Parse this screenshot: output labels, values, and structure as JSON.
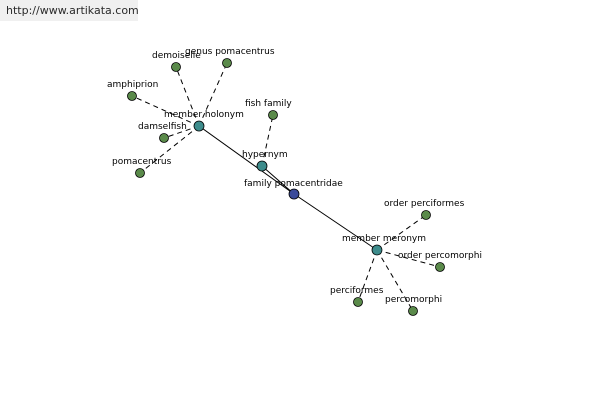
{
  "banner": {
    "text": "http://www.artikata.com"
  },
  "colors": {
    "leaf": "#5a8a4a",
    "relation": "#3d8c8c",
    "center": "#3a4a9a"
  },
  "graph": {
    "nodes": [
      {
        "id": "center",
        "label": "family pomacentridae",
        "kind": "center"
      },
      {
        "id": "member-holonym",
        "label": "member holonym",
        "kind": "relation"
      },
      {
        "id": "hypernym",
        "label": "hypernym",
        "kind": "relation"
      },
      {
        "id": "member-meronym",
        "label": "member meronym",
        "kind": "relation"
      },
      {
        "id": "demoiselle",
        "label": "demoiselle",
        "kind": "leaf"
      },
      {
        "id": "genus-pomacentrus",
        "label": "genus pomacentrus",
        "kind": "leaf"
      },
      {
        "id": "amphiprion",
        "label": "amphiprion",
        "kind": "leaf"
      },
      {
        "id": "damselfish",
        "label": "damselfish",
        "kind": "leaf"
      },
      {
        "id": "pomacentrus",
        "label": "pomacentrus",
        "kind": "leaf"
      },
      {
        "id": "fish-family",
        "label": "fish family",
        "kind": "leaf"
      },
      {
        "id": "order-perciformes",
        "label": "order perciformes",
        "kind": "leaf"
      },
      {
        "id": "order-percomorphi",
        "label": "order percomorphi",
        "kind": "leaf"
      },
      {
        "id": "perciformes",
        "label": "perciformes",
        "kind": "leaf"
      },
      {
        "id": "percomorphi",
        "label": "percomorphi",
        "kind": "leaf"
      }
    ],
    "edges": [
      {
        "from": "member-holonym",
        "to": "center",
        "style": "solid"
      },
      {
        "from": "hypernym",
        "to": "center",
        "style": "solid"
      },
      {
        "from": "member-meronym",
        "to": "center",
        "style": "solid"
      },
      {
        "from": "member-holonym",
        "to": "demoiselle",
        "style": "dashed"
      },
      {
        "from": "member-holonym",
        "to": "genus-pomacentrus",
        "style": "dashed"
      },
      {
        "from": "member-holonym",
        "to": "amphiprion",
        "style": "dashed"
      },
      {
        "from": "member-holonym",
        "to": "damselfish",
        "style": "dashed"
      },
      {
        "from": "member-holonym",
        "to": "pomacentrus",
        "style": "dashed"
      },
      {
        "from": "hypernym",
        "to": "fish-family",
        "style": "dashed"
      },
      {
        "from": "member-meronym",
        "to": "order-perciformes",
        "style": "dashed"
      },
      {
        "from": "member-meronym",
        "to": "order-percomorphi",
        "style": "dashed"
      },
      {
        "from": "member-meronym",
        "to": "perciformes",
        "style": "dashed"
      },
      {
        "from": "member-meronym",
        "to": "percomorphi",
        "style": "dashed"
      }
    ]
  }
}
